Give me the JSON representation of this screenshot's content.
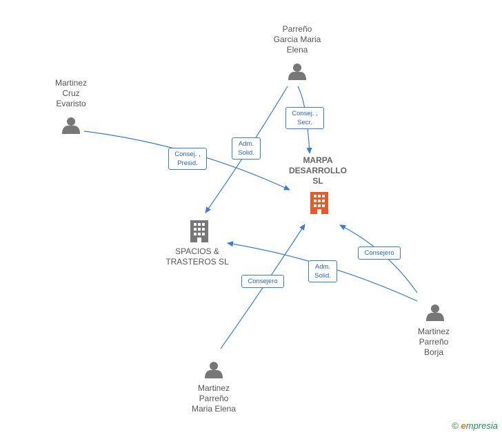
{
  "colors": {
    "edge": "#3a7bd5",
    "person": "#777777",
    "company": "#777777",
    "company_main": "#e8592a"
  },
  "nodes": {
    "parreno_garcia": {
      "label": "Parreño\nGarcia Maria\nElena",
      "icon": "person-icon"
    },
    "martinez_cruz": {
      "label": "Martinez\nCruz\nEvaristo",
      "icon": "person-icon"
    },
    "marpa": {
      "label": "MARPA\nDESARROLLO\nSL",
      "icon": "building-icon"
    },
    "spacios": {
      "label": "SPACIOS &\nTRASTEROS  SL",
      "icon": "building-icon"
    },
    "martinez_borja": {
      "label": "Martinez\nParreño\nBorja",
      "icon": "person-icon"
    },
    "martinez_maria": {
      "label": "Martinez\nParreño\nMaria Elena",
      "icon": "person-icon"
    }
  },
  "edges": {
    "e1": {
      "label": "Consej. ,\nSecr."
    },
    "e2": {
      "label": "Adm.\nSolid."
    },
    "e3": {
      "label": "Consej. ,\nPresid."
    },
    "e4": {
      "label": "Consejero"
    },
    "e5": {
      "label": "Adm.\nSolid."
    },
    "e6": {
      "label": "Consejero"
    }
  },
  "footer": {
    "copyright": "©",
    "brand_e": "e",
    "brand_rest": "mpresia"
  }
}
